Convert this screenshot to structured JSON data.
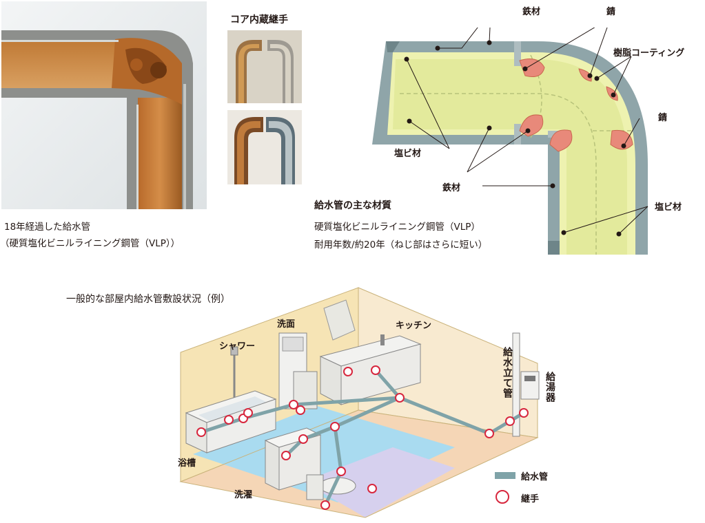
{
  "photo": {
    "caption_line1": "18年経過した給水管",
    "caption_line2": "（硬質塩化ビニルライニング鋼管（VLP））"
  },
  "core_joint": {
    "title": "コア内蔵継手"
  },
  "cross_section": {
    "labels": {
      "iron_top": "鉄材",
      "rust_top": "錆",
      "resin_coating": "樹脂コーティング",
      "rust_right": "錆",
      "pvc_left": "塩ビ材",
      "iron_bottom": "鉄材",
      "pvc_right": "塩ビ材"
    },
    "material_heading": "給水管の主な材質",
    "material_line1": "硬質塩化ビニルライニング鋼管（VLP）",
    "material_line2": "耐用年数/約20年（ねじ部はさらに短い）"
  },
  "room": {
    "title": "一般的な部屋内給水管敷設状況（例）",
    "labels": {
      "washbasin": "洗面",
      "kitchen": "キッチン",
      "shower": "シャワー",
      "riser": "給水立て管",
      "water_heater": "給湯器",
      "bathtub": "浴槽",
      "laundry": "洗濯"
    },
    "legend": {
      "pipe": "給水管",
      "joint": "継手"
    }
  },
  "colors": {
    "pipe": "#7fa3a8",
    "joint": "#d7263d",
    "rust": "#e8897a",
    "lining": "#eef2b0",
    "iron": "#8fa5a9",
    "floor_blue": "#a9dbf0",
    "floor_peach": "#f5d6b6",
    "wall": "#f6e4b5"
  }
}
